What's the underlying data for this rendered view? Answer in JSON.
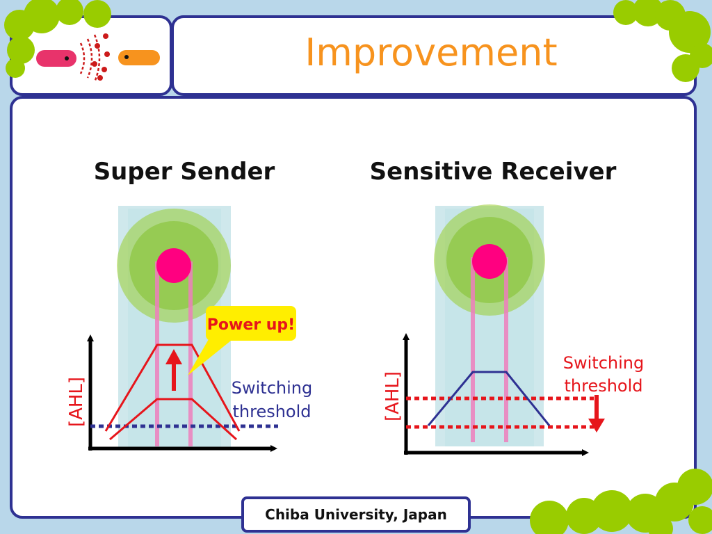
{
  "title": "Improvement",
  "footer": "Chiba University, Japan",
  "colors": {
    "frame": "#2e3192",
    "background": "#b9d7ea",
    "title": "#f7931e",
    "blob": "#99cc00",
    "cell": "#ff0080",
    "signal_halo": "#9acd32",
    "red": "#e6151b",
    "blue": "#2e3192"
  },
  "logo": {
    "sender_cell": "#e8336b",
    "signal_molecules": "#cc1a1a",
    "receiver_cell": "#f7931e"
  },
  "sender": {
    "heading": "Super Sender",
    "callout": "Power up!",
    "threshold_label_1": "Switching",
    "threshold_label_2": "threshold",
    "y_axis_label": "[AHL]"
  },
  "receiver": {
    "heading": "Sensitive Receiver",
    "threshold_label_1": "Switching",
    "threshold_label_2": "threshold",
    "y_axis_label": "[AHL]"
  }
}
